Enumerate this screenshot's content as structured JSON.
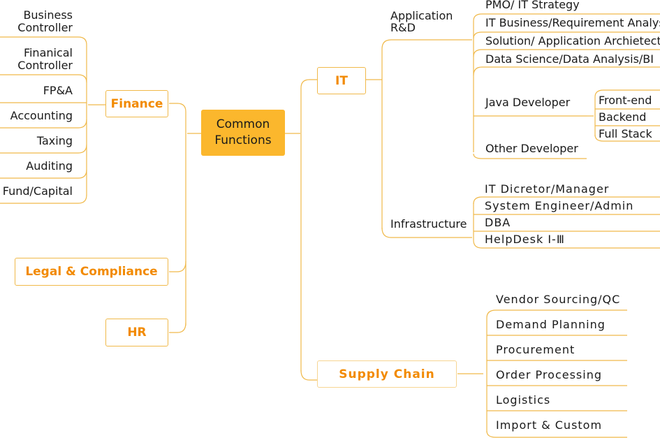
{
  "root": {
    "line1": "Common",
    "line2": "Functions"
  },
  "finance": {
    "label": "Finance",
    "items": [
      {
        "line1": "Business",
        "line2": "Controller"
      },
      {
        "line1": "Finanical",
        "line2": "Controller"
      },
      {
        "line1": "FP&A"
      },
      {
        "line1": "Accounting"
      },
      {
        "line1": "Taxing"
      },
      {
        "line1": "Auditing"
      },
      {
        "line1": "Fund/Capital"
      }
    ]
  },
  "legal": {
    "label": "Legal & Compliance"
  },
  "hr": {
    "label": "HR"
  },
  "it": {
    "label": "IT",
    "app": {
      "line1": "Application",
      "line2": "R&D",
      "items": [
        "PMO/ IT Strategy",
        "IT Business/Requirement Analyst",
        "Solution/ Application Archietect",
        "Data Science/Data Analysis/BI",
        "Java Developer",
        "Other Developer"
      ],
      "java": [
        "Front-end",
        "Backend",
        "Full Stack"
      ]
    },
    "infra": {
      "label": "Infrastructure",
      "items": [
        "IT Dicretor/Manager",
        "System Engineer/Admin",
        "DBA",
        "HelpDesk Ⅰ-Ⅲ"
      ]
    }
  },
  "supply": {
    "label": "Supply Chain",
    "items": [
      "Vendor Sourcing/QC",
      "Demand Planning",
      "Procurement",
      "Order Processing",
      "Logistics",
      "Import & Custom"
    ]
  }
}
